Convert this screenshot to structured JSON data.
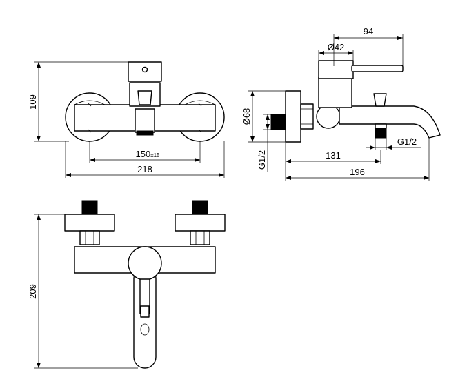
{
  "front_view": {
    "height_label": "109",
    "center_distance_label": "150",
    "center_distance_tolerance": "±15",
    "width_label": "218"
  },
  "side_view": {
    "handle_offset_label": "94",
    "body_diameter_label": "Ø42",
    "flange_diameter_label": "Ø68",
    "inlet_thread_label": "G1/2",
    "spout_thread_label": "G1/2",
    "spout_reach_label": "131",
    "total_depth_label": "196"
  },
  "top_view": {
    "height_label": "209"
  }
}
